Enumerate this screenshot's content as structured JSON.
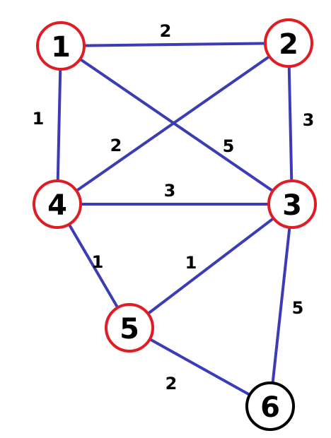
{
  "graph": {
    "colors": {
      "edge": "#3c3cb4",
      "highlighted_node_border": "#e01c24",
      "plain_node_border": "#000000"
    },
    "nodes": [
      {
        "id": "1",
        "label": "1",
        "highlighted": true
      },
      {
        "id": "2",
        "label": "2",
        "highlighted": true
      },
      {
        "id": "3",
        "label": "3",
        "highlighted": true
      },
      {
        "id": "4",
        "label": "4",
        "highlighted": true
      },
      {
        "id": "5",
        "label": "5",
        "highlighted": true
      },
      {
        "id": "6",
        "label": "6",
        "highlighted": false
      }
    ],
    "edges": [
      {
        "from": "1",
        "to": "2",
        "weight": "2"
      },
      {
        "from": "1",
        "to": "4",
        "weight": "1"
      },
      {
        "from": "1",
        "to": "3",
        "weight": "5"
      },
      {
        "from": "2",
        "to": "4",
        "weight": "2"
      },
      {
        "from": "2",
        "to": "3",
        "weight": "3"
      },
      {
        "from": "4",
        "to": "3",
        "weight": "3"
      },
      {
        "from": "4",
        "to": "5",
        "weight": "1"
      },
      {
        "from": "5",
        "to": "3",
        "weight": "1"
      },
      {
        "from": "3",
        "to": "6",
        "weight": "5"
      },
      {
        "from": "5",
        "to": "6",
        "weight": "2"
      }
    ]
  }
}
